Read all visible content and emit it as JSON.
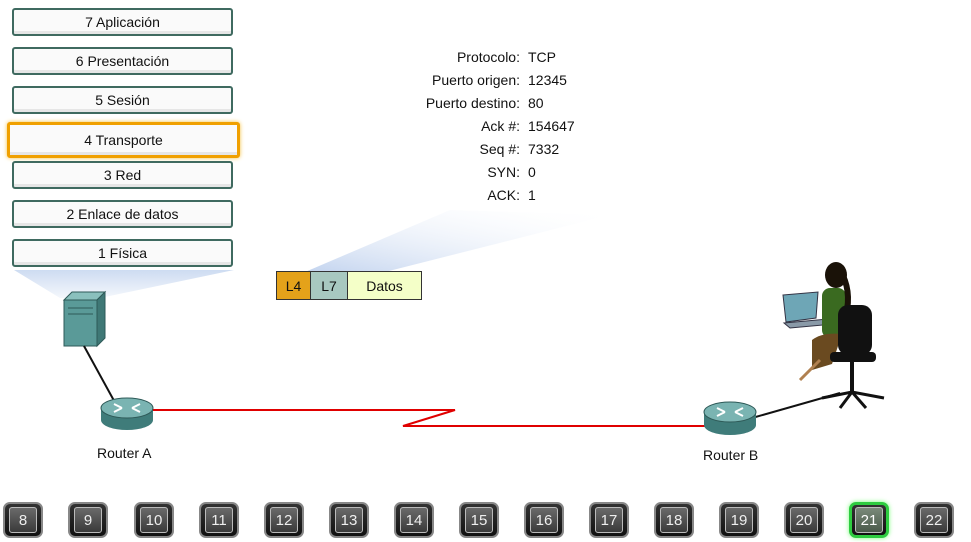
{
  "osi_layers": [
    {
      "label": "7 Aplicación",
      "active": false
    },
    {
      "label": "6 Presentación",
      "active": false
    },
    {
      "label": "5 Sesión",
      "active": false
    },
    {
      "label": "4 Transporte",
      "active": true
    },
    {
      "label": "3 Red",
      "active": false
    },
    {
      "label": "2 Enlace de datos",
      "active": false
    },
    {
      "label": "1 Física",
      "active": false
    }
  ],
  "segment_info": {
    "protocol_key": "Protocolo:",
    "protocol_val": "TCP",
    "src_port_key": "Puerto origen:",
    "src_port_val": "12345",
    "dst_port_key": "Puerto destino:",
    "dst_port_val": "80",
    "ack_num_key": "Ack #:",
    "ack_num_val": "154647",
    "seq_num_key": "Seq #:",
    "seq_num_val": "7332",
    "syn_key": "SYN:",
    "syn_val": "0",
    "ack_flag_key": "ACK:",
    "ack_flag_val": "1"
  },
  "pdu": {
    "l4": "L4",
    "l7": "L7",
    "data": "Datos"
  },
  "routers": {
    "a": "Router A",
    "b": "Router B"
  },
  "nav": {
    "pages": [
      "8",
      "9",
      "10",
      "11",
      "12",
      "13",
      "14",
      "15",
      "16",
      "17",
      "18",
      "19",
      "20",
      "21",
      "22"
    ],
    "current": "21"
  },
  "colors": {
    "active_layer": "#f0a000",
    "wan_link": "#e00000",
    "nav_active": "#2ecc40"
  }
}
